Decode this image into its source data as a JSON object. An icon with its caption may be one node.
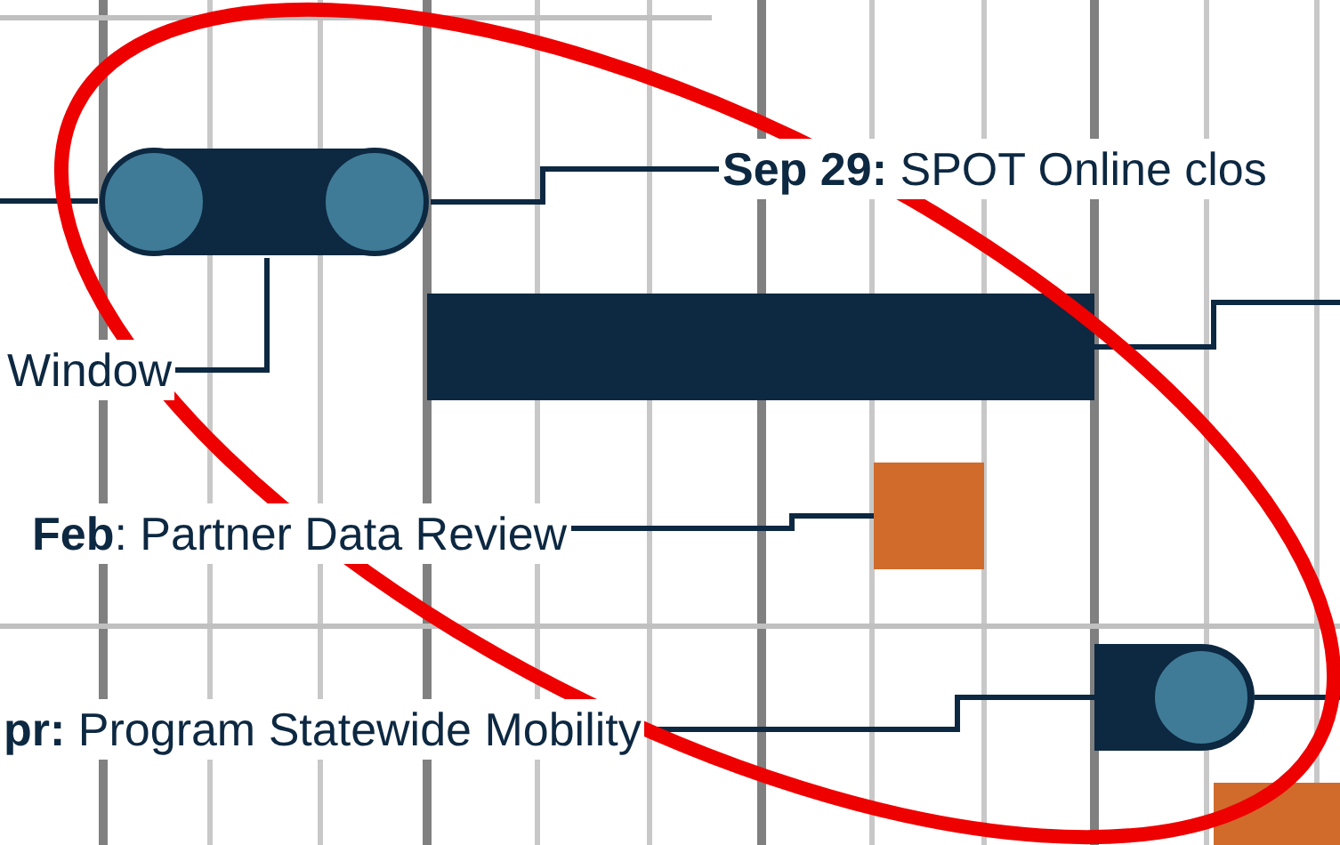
{
  "diagram": {
    "nodes": [
      {
        "text": [
          "**Sep 29:** SPOT Online clos"
        ]
      },
      {
        "text": [],
        "shape": "bar"
      },
      {
        "text": [
          "Window"
        ]
      },
      {
        "text": [],
        "shape": "bar"
      },
      {
        "text": [
          "**Feb**: Partner Data Review"
        ]
      },
      {
        "text": [],
        "shape": "box"
      },
      {
        "text": [
          "**pr:** Program Statewide Mobility"
        ]
      },
      {
        "text": [],
        "shape": "bar"
      },
      {
        "text": [],
        "shape": "box"
      }
    ],
    "edges": [
      {
        "from": null,
        "to": 1,
        "arrow": "none"
      },
      {
        "from": 1,
        "to": 0,
        "arrow": "none"
      },
      {
        "from": 1,
        "to": 2,
        "arrow": "none"
      },
      {
        "from": 3,
        "to": null,
        "arrow": "none"
      },
      {
        "from": 4,
        "to": 5,
        "arrow": "none"
      },
      {
        "from": 6,
        "to": 7,
        "arrow": "none"
      },
      {
        "from": 7,
        "to": null,
        "arrow": "none"
      }
    ]
  }
}
